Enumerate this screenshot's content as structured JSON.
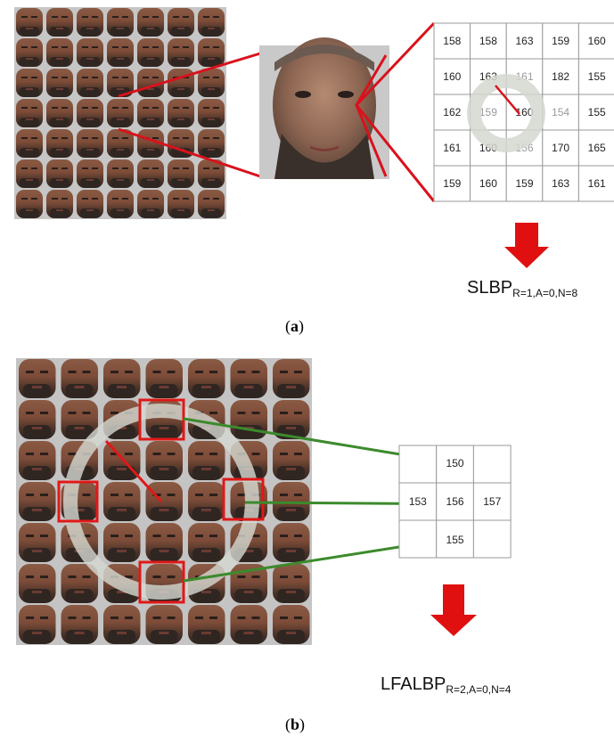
{
  "panel_a": {
    "caption_letter": "a",
    "matrix": [
      [
        "158",
        "158",
        "163",
        "159",
        "160"
      ],
      [
        "160",
        "163",
        "161",
        "182",
        "155"
      ],
      [
        "162",
        "159",
        "160",
        "154",
        "155"
      ],
      [
        "161",
        "160",
        "156",
        "170",
        "165"
      ],
      [
        "159",
        "160",
        "159",
        "163",
        "161"
      ]
    ],
    "formula_main": "SLBP",
    "formula_sub": "R=1,A=0,N=8",
    "colors": {
      "ring": "#d3d8cf",
      "line": "#d9121c",
      "arrow": "#e01010",
      "dim_text": "#9a9a9a"
    }
  },
  "panel_b": {
    "caption_letter": "b",
    "cross": {
      "top": "150",
      "left": "153",
      "center": "156",
      "right": "157",
      "bottom": "155"
    },
    "formula_main": "LFALBP",
    "formula_sub": "R=2,A=0,N=4",
    "colors": {
      "ring": "#d6d9d2",
      "box": "#e01818",
      "link": "#3c8a2c",
      "arrow": "#e01010"
    }
  }
}
